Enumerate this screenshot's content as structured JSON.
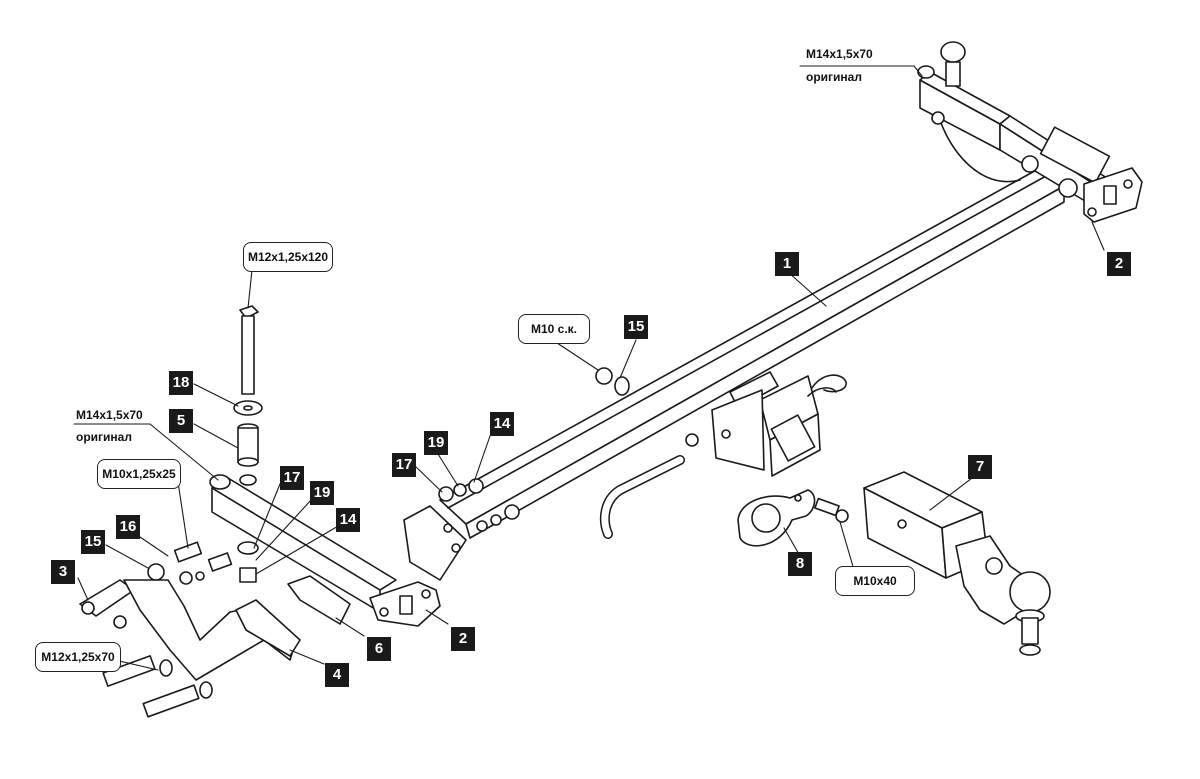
{
  "labels": {
    "num_1": "1",
    "num_2_top": "2",
    "num_2_bottom": "2",
    "num_3": "3",
    "num_4": "4",
    "num_5": "5",
    "num_6": "6",
    "num_7": "7",
    "num_8": "8",
    "num_14_center": "14",
    "num_14_left": "14",
    "num_15_center": "15",
    "num_15_left": "15",
    "num_16": "16",
    "num_17_left": "17",
    "num_17_center": "17",
    "num_18": "18",
    "num_19_left": "19",
    "num_19_center": "19"
  },
  "specs": {
    "bolt_top_right": "M14x1,5x70",
    "bolt_top_right_note": "оригинал",
    "bolt_left": "M14x1,5x70",
    "bolt_left_note": "оригинал",
    "vertical_bolt": "M12x1,25x120",
    "nut_center": "M10 с.к.",
    "bolt_small_left": "M10x1,25x25",
    "bolt_bottom_left": "M12x1,25x70",
    "bolt_ball_mount": "M10x40"
  }
}
